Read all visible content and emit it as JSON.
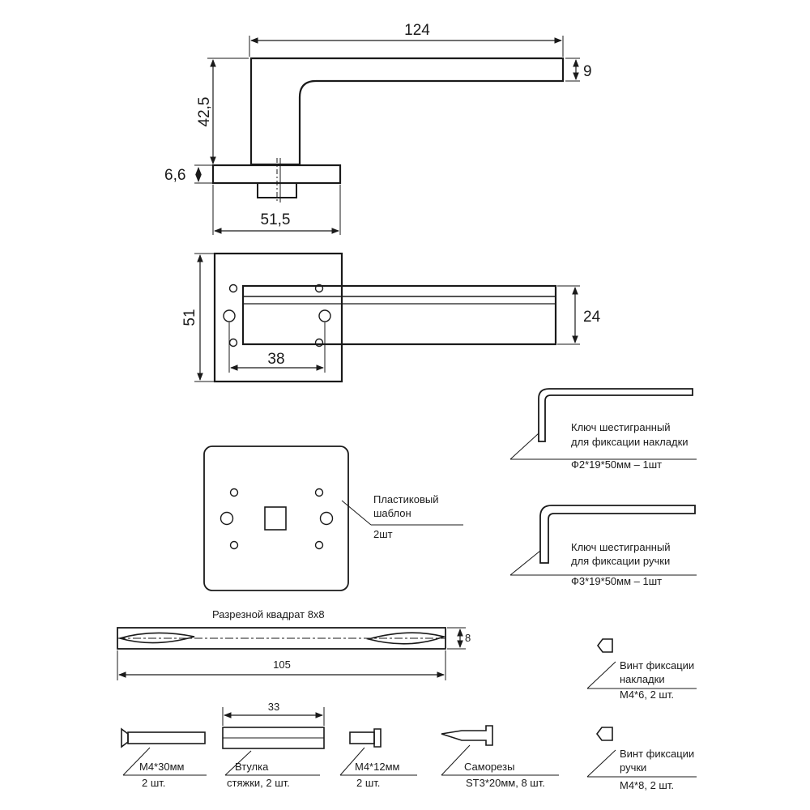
{
  "dimensions": {
    "handle_length": "124",
    "handle_thickness": "9",
    "handle_height": "42,5",
    "rose_thickness": "6,6",
    "rose_width_side": "51,5",
    "rose_size": "51",
    "handle_width": "24",
    "hole_spacing": "38"
  },
  "parts": {
    "hex_key_cover": {
      "line1": "Ключ шестигранный",
      "line2": "для фиксации накладки",
      "line3": "Ф2*19*50мм – 1шт"
    },
    "hex_key_handle": {
      "line1": "Ключ шестигранный",
      "line2": "для фиксации ручки",
      "line3": "Ф3*19*50мм – 1шт"
    },
    "template": {
      "line1": "Пластиковый",
      "line2": "шаблон",
      "line3": "2шт"
    },
    "spindle": {
      "title": "Разрезной квадрат 8х8",
      "height": "8",
      "length": "105"
    },
    "screw_cover": {
      "line1": "Винт фиксации",
      "line2": "накладки",
      "line3": "М4*6, 2 шт."
    },
    "screw_handle": {
      "line1": "Винт фиксации",
      "line2": "ручки",
      "line3": "М4*8, 2 шт."
    },
    "bolt_30": {
      "line1": "М4*30мм",
      "line2": "2 шт."
    },
    "bushing": {
      "length": "33",
      "line1": "Втулка",
      "line2": "стяжки, 2 шт."
    },
    "bolt_12": {
      "line1": "М4*12мм",
      "line2": "2 шт."
    },
    "self_tapping": {
      "line1": "Саморезы",
      "line2": "ST3*20мм, 8 шт."
    }
  }
}
